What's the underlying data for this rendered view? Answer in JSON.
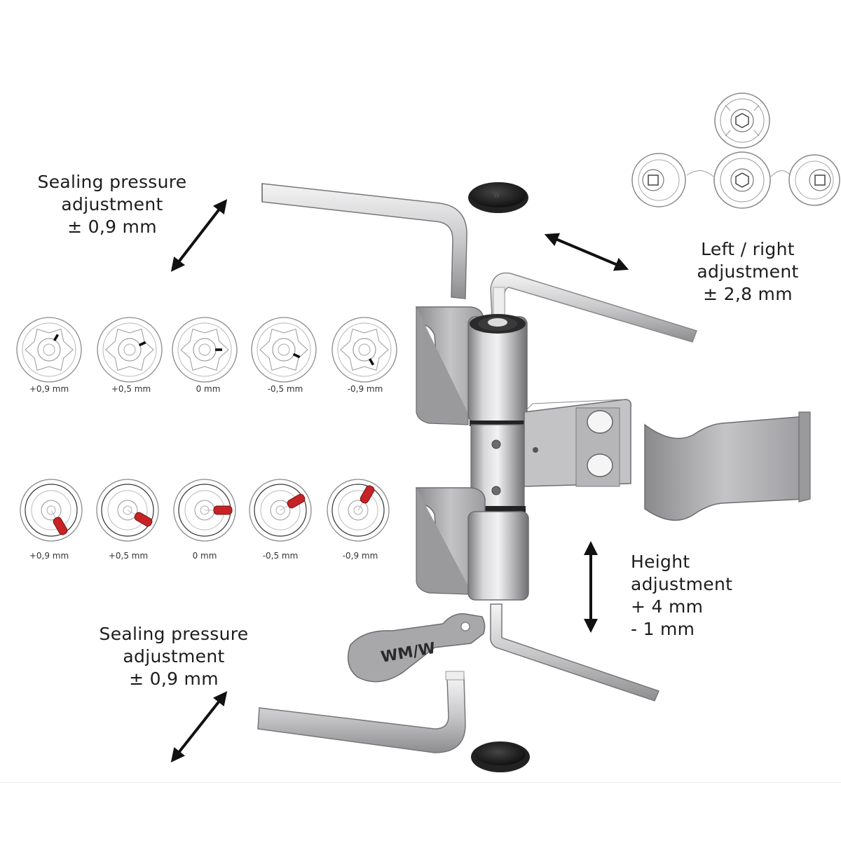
{
  "labels": {
    "sealing_top": [
      "Sealing pressure",
      "adjustment",
      "± 0,9 mm"
    ],
    "sealing_bottom": [
      "Sealing pressure",
      "adjustment",
      "± 0,9 mm"
    ],
    "left_right": [
      "Left / right",
      "adjustment",
      "± 2,8 mm"
    ],
    "height": [
      "Height",
      "adjustment",
      "+ 4 mm",
      "- 1 mm"
    ]
  },
  "dial_rows": {
    "top": [
      "+0,9 mm",
      "+0,5 mm",
      "0 mm",
      "-0,5 mm",
      "-0,9 mm"
    ],
    "bottom": [
      "+0,9 mm",
      "+0,5 mm",
      "0 mm",
      "-0,5 mm",
      "-0,9 mm"
    ]
  },
  "colors": {
    "accent_red": "#c62326",
    "metal": "#a9a9ab",
    "dark": "#1a1a1a"
  }
}
